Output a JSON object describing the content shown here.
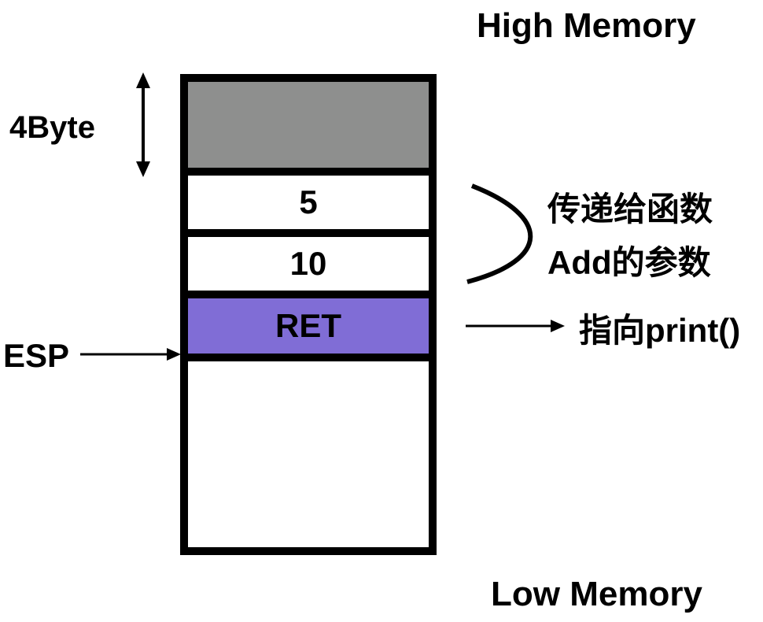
{
  "title": "Stack frame on call to Add",
  "labels": {
    "high_memory": "High Memory",
    "low_memory": "Low Memory",
    "slot_size": "4Byte",
    "esp": "ESP",
    "params_line1": "传递给函数",
    "params_line2": "Add的参数",
    "ret_target": "指向print()"
  },
  "stack": {
    "cells": [
      {
        "id": "prev",
        "text": "",
        "color": "#8e8f8e"
      },
      {
        "id": "arg-5",
        "text": "5",
        "color": "#ffffff"
      },
      {
        "id": "arg-10",
        "text": "10",
        "color": "#ffffff"
      },
      {
        "id": "ret",
        "text": "RET",
        "color": "#806dd6"
      },
      {
        "id": "empty",
        "text": "",
        "color": "#ffffff"
      }
    ],
    "border_color": "#000000"
  }
}
